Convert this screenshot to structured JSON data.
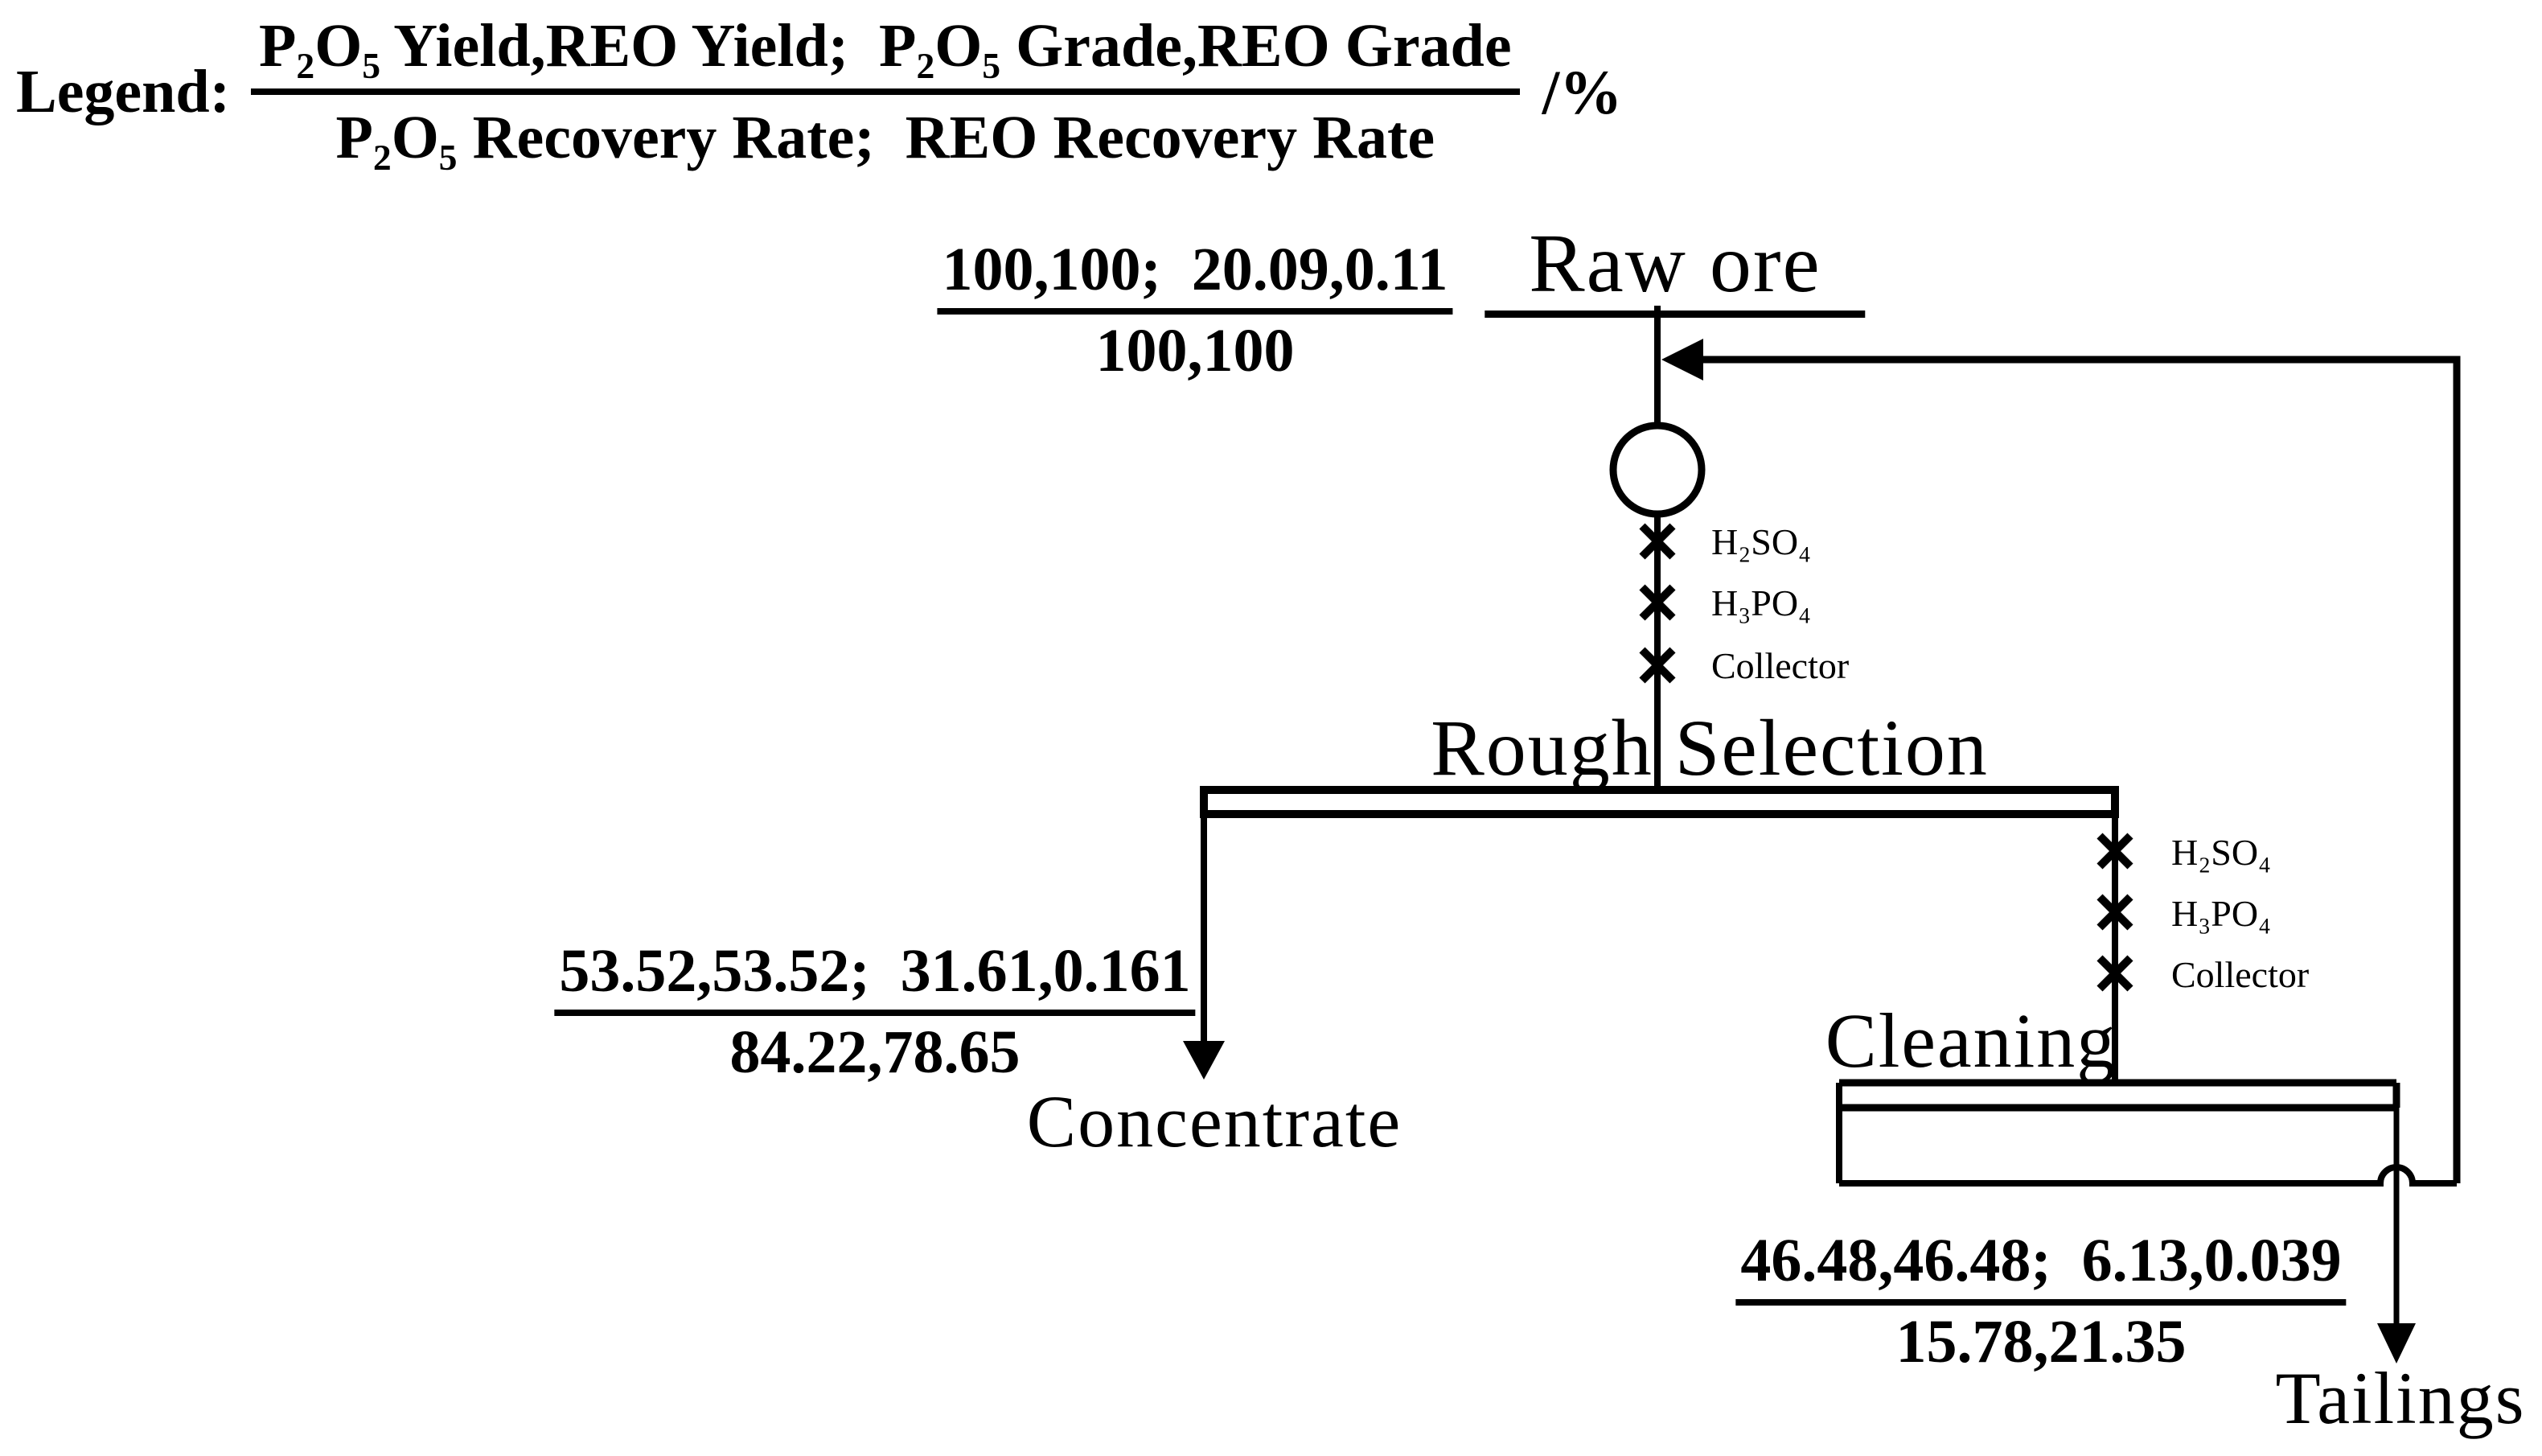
{
  "legend": {
    "label": "Legend:",
    "numerator": "P₂O₅ Yield,REO Yield;  P₂O₅ Grade,REO Grade",
    "denominator": "P₂O₅ Recovery Rate;  REO Recovery Rate",
    "unit": "/%"
  },
  "streams": {
    "feed": {
      "label": "Raw ore",
      "values_line1": "100,100;  20.09,0.11",
      "values_line2": "100,100"
    },
    "concentrate": {
      "label": "Concentrate",
      "values_line1": "53.52,53.52;  31.61,0.161",
      "values_line2": "84.22,78.65"
    },
    "tailings": {
      "label": "Tailings",
      "values_line1": "46.48,46.48;  6.13,0.039",
      "values_line2": "15.78,21.35"
    }
  },
  "units": {
    "rough_selection": {
      "label": "Rough Selection"
    },
    "cleaning": {
      "label": "Cleaning"
    }
  },
  "reagents": {
    "rough": [
      "H₂SO₄",
      "H₃PO₄",
      "Collector"
    ],
    "cleaning": [
      "H₂SO₄",
      "H₃PO₄",
      "Collector"
    ]
  },
  "colors": {
    "ink": "#000000",
    "background": "#ffffff"
  }
}
